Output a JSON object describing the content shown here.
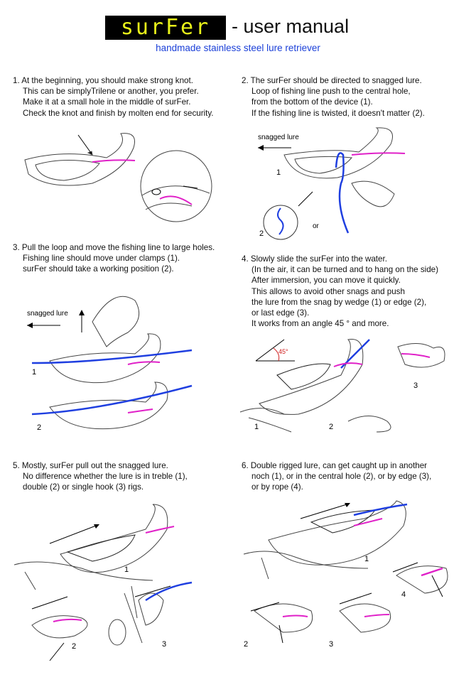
{
  "header": {
    "logo_text": "surFer",
    "title_rest": "- user manual",
    "subtitle": "handmade stainless steel lure retriever"
  },
  "steps": [
    {
      "lines": [
        "1. At the beginning, you should make strong knot.",
        "This can be simplyTrilene or another, you prefer.",
        "Make it at a small hole in the middle of surFer.",
        "Check the knot and finish by molten end for security."
      ]
    },
    {
      "lines": [
        "2. The surFer should be directed to  snagged lure.",
        "Loop of fishing line push to the central hole,",
        "from the bottom of the device (1).",
        "If the fishing line is twisted, it doesn't matter (2)."
      ]
    },
    {
      "lines": [
        "3. Pull the loop and move the fishing line to large holes.",
        "Fishing line should move under clamps (1).",
        "surFer should take a working position (2)."
      ]
    },
    {
      "lines": [
        "4. Slowly slide the surFer into the water.",
        "(In the air, it can be turned and to hang on the side)",
        "After immersion, you can move it quickly.",
        "This allows to avoid other snags and push",
        "the lure from the snag by wedge (1) or edge (2),",
        "or last edge (3).",
        "It works from an angle 45 ° and more."
      ]
    },
    {
      "lines": [
        "5. Mostly, surFer pull out the snagged lure.",
        "No difference whether the lure is in treble (1),",
        "double (2) or single hook (3) rigs."
      ]
    },
    {
      "lines": [
        "6. Double rigged lure, can get caught up in another",
        "noch (1), or in the central hole (2), or by edge (3),",
        "or by rope (4)."
      ]
    }
  ],
  "figures": {
    "fig2": {
      "caption": "snagged lure",
      "n1": "1",
      "n2": "2",
      "or": "or"
    },
    "fig3": {
      "caption": "snagged lure",
      "n1": "1",
      "n2": "2"
    },
    "fig4": {
      "angle": "45°",
      "n1": "1",
      "n2": "2",
      "n3": "3"
    },
    "fig5": {
      "n1": "1",
      "n2": "2",
      "n3": "3"
    },
    "fig6": {
      "n1": "1",
      "n2": "2",
      "n3": "3",
      "n4": "4"
    }
  },
  "colors": {
    "logo_bg": "#000000",
    "logo_text": "#e8f21a",
    "subtitle": "#1a3fd8",
    "line_blue": "#1f3fe0",
    "lure_pink": "#e020c8"
  }
}
